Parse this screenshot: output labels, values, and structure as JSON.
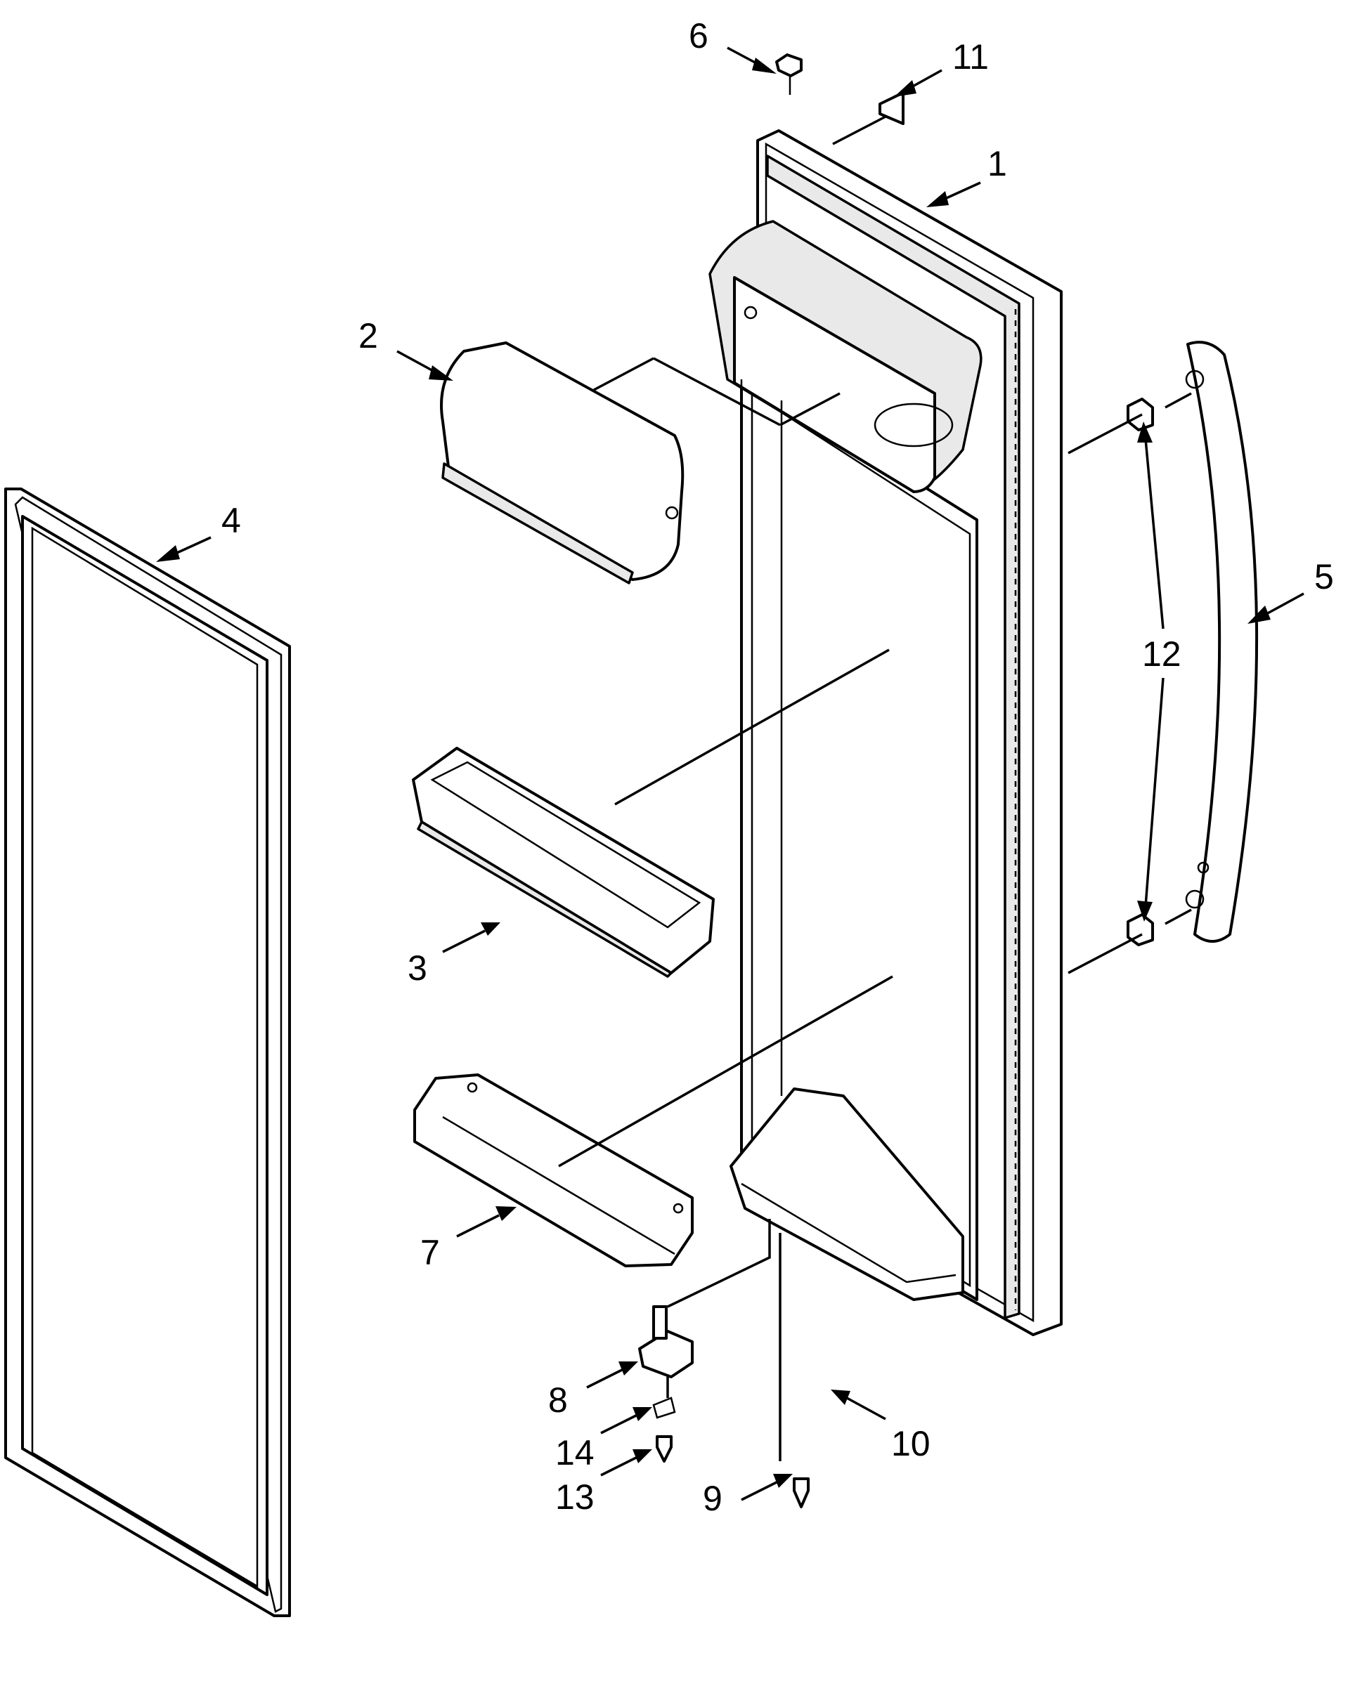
{
  "diagram": {
    "callouts": [
      {
        "id": "1",
        "text": "1"
      },
      {
        "id": "2",
        "text": "2"
      },
      {
        "id": "3",
        "text": "3"
      },
      {
        "id": "4",
        "text": "4"
      },
      {
        "id": "5",
        "text": "5"
      },
      {
        "id": "6",
        "text": "6"
      },
      {
        "id": "7",
        "text": "7"
      },
      {
        "id": "8",
        "text": "8"
      },
      {
        "id": "9",
        "text": "9"
      },
      {
        "id": "10",
        "text": "10"
      },
      {
        "id": "11",
        "text": "11"
      },
      {
        "id": "12",
        "text": "12"
      },
      {
        "id": "13",
        "text": "13"
      },
      {
        "id": "14",
        "text": "14"
      }
    ],
    "colors": {
      "line": "#000000",
      "background": "#ffffff",
      "shade": "#e9e9e9"
    }
  }
}
